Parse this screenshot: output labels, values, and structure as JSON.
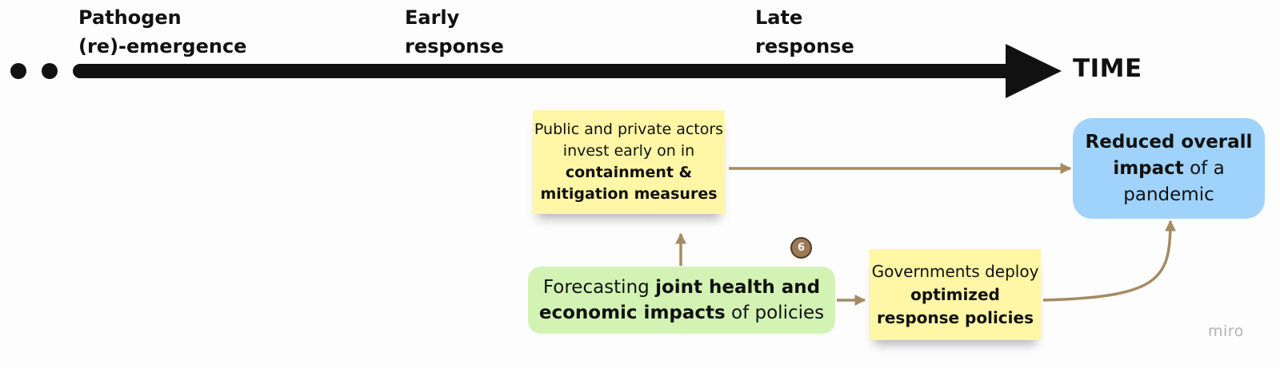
{
  "timeline": {
    "phases": [
      {
        "line1": "Pathogen",
        "line2": "(re)-emergence"
      },
      {
        "line1": "Early",
        "line2": "response"
      },
      {
        "line1": "Late",
        "line2": "response"
      }
    ],
    "axis_label": "TIME"
  },
  "nodes": {
    "invest": {
      "parts": [
        {
          "text": "Public and private actors invest early on in ",
          "bold": false
        },
        {
          "text": "containment & mitigation measures",
          "bold": true
        }
      ]
    },
    "forecast": {
      "parts": [
        {
          "text": "Forecasting ",
          "bold": false
        },
        {
          "text": "joint health and economic impacts",
          "bold": true
        },
        {
          "text": " of policies",
          "bold": false
        }
      ]
    },
    "govt": {
      "parts": [
        {
          "text": "Governments deploy ",
          "bold": false
        },
        {
          "text": "optimized response policies",
          "bold": true
        }
      ]
    },
    "outcome": {
      "parts": [
        {
          "text": "Reduced overall impact",
          "bold": true
        },
        {
          "text": " of a pandemic",
          "bold": false
        }
      ]
    }
  },
  "badge": "6",
  "watermark": "miro",
  "colors": {
    "timeline": "#111111",
    "connector": "#a58b63",
    "sticky": "#fff6a6",
    "forecast_box": "#d2f3b4",
    "outcome_box": "#9fd3fb",
    "badge": "#9c7a54"
  }
}
